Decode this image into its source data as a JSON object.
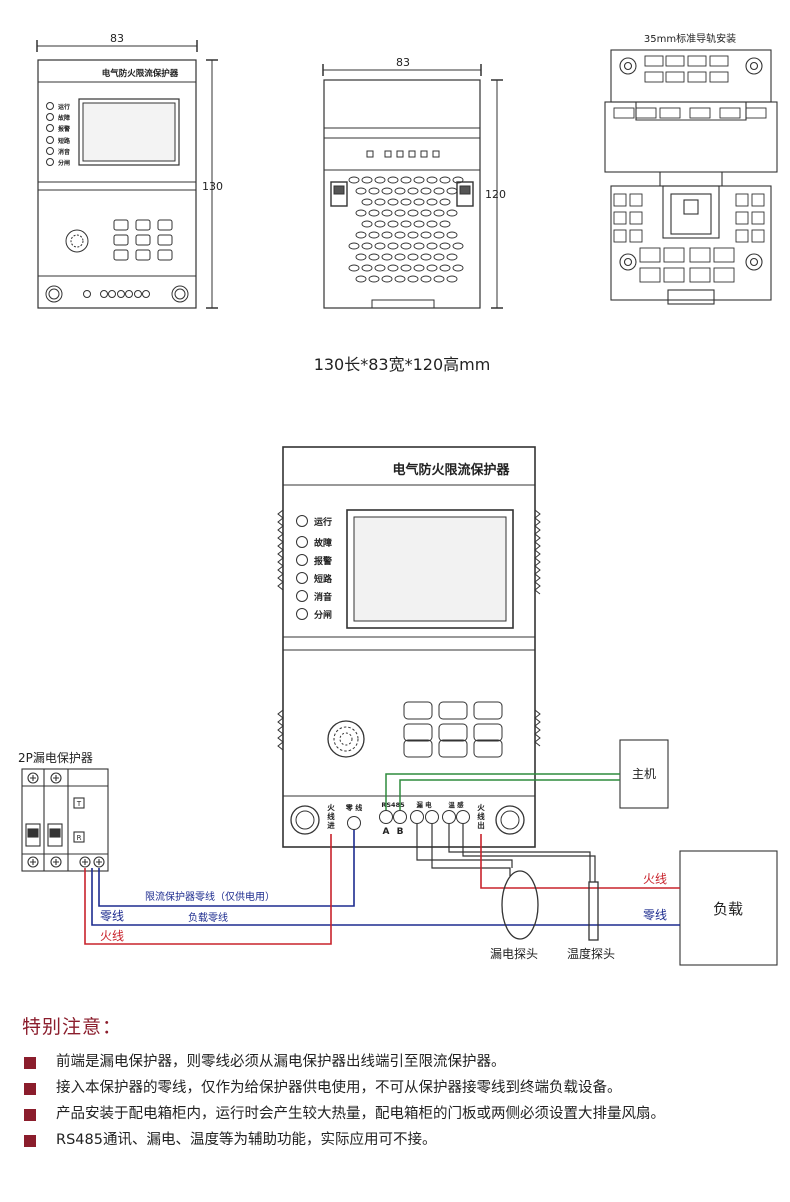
{
  "views": {
    "front_width_dim": "83",
    "front_height_dim": "130",
    "side_width_dim": "83",
    "side_height_dim": "120",
    "rear_caption": "35mm标准导轨安装",
    "size_caption": "130长*83宽*120高mm"
  },
  "device": {
    "title": "电气防火限流保护器",
    "indicators": [
      "运行",
      "故障",
      "报警",
      "短路",
      "消音",
      "分闸"
    ],
    "terminals": {
      "fire_in": "火\n线\n进",
      "neutral": "零 线",
      "rs485": "RS485",
      "rs485_a": "A",
      "rs485_b": "B",
      "leakage": "漏 电",
      "temperature": "温 感",
      "fire_out": "火\n线\n出"
    }
  },
  "breaker": {
    "title": "2P漏电保护器",
    "btn_t": "T",
    "btn_r": "R"
  },
  "wiring": {
    "host": "主机",
    "load": "负载",
    "neutral_supply": "限流保护器零线（仅供电用）",
    "neutral": "零线",
    "load_neutral": "负载零线",
    "live": "火线",
    "load_live": "火线",
    "load_neutral_right": "零线",
    "leakage_probe": "漏电探头",
    "temp_probe": "温度探头"
  },
  "colors": {
    "live": "#c8232c",
    "neutral": "#1d2c8f",
    "host_line": "#2e8b3d",
    "accent": "#8b1d2c"
  },
  "notes": {
    "title": "特别注意：",
    "items": [
      "前端是漏电保护器，则零线必须从漏电保护器出线端引至限流保护器。",
      "接入本保护器的零线，仅作为给保护器供电使用，不可从保护器接零线到终端负载设备。",
      "产品安装于配电箱柜内，运行时会产生较大热量，配电箱柜的门板或两侧必须设置大排量风扇。",
      "RS485通讯、漏电、温度等为辅助功能，实际应用可不接。"
    ]
  }
}
